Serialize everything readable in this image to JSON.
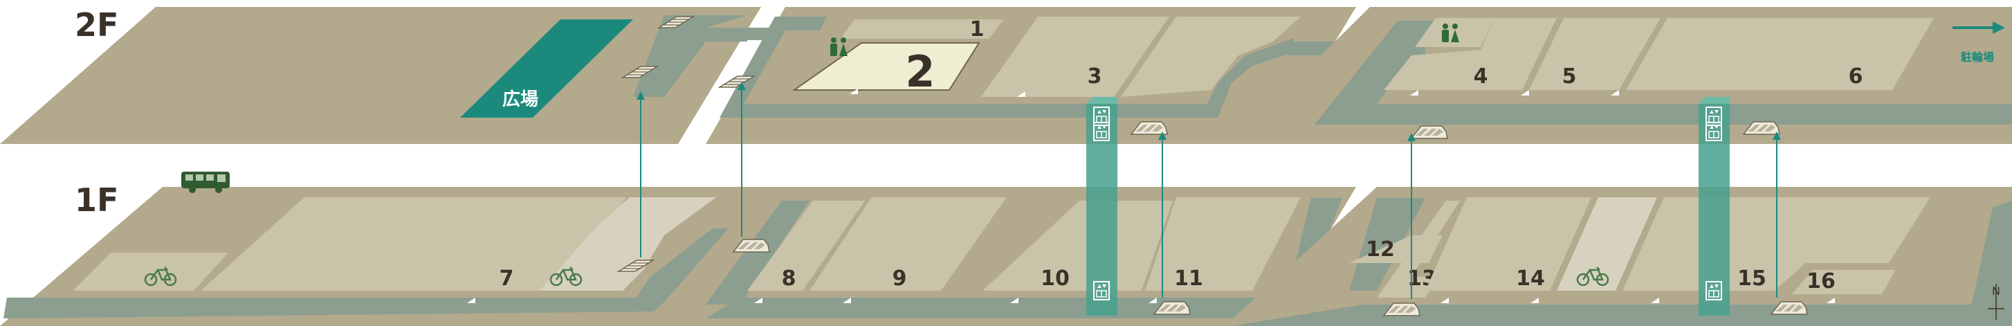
{
  "floors": {
    "upper": "2F",
    "lower": "1F"
  },
  "labels": {
    "plaza": "広場",
    "bicycle_parking": "駐輪場",
    "north": "N"
  },
  "areas_2f": [
    "1",
    "2",
    "3",
    "4",
    "5",
    "6"
  ],
  "areas_1f": [
    "7",
    "8",
    "9",
    "10",
    "11",
    "12",
    "13",
    "14",
    "15",
    "16"
  ],
  "icons": {
    "restroom": "restroom-icon",
    "elevator": "elevator-icon",
    "stairs": "stairs-icon",
    "escalator": "escalator-icon",
    "bus": "bus-icon",
    "bicycle": "bicycle-icon",
    "direction_arrow": "arrow-right-icon"
  },
  "colors": {
    "block": "#b3a98d",
    "passage": "#8b9e90",
    "shop": "#c9c3aa",
    "highlight": "#f0eed2",
    "plaza": "#1b8a7d",
    "elevator_shaft": "#46a18e",
    "text": "#3a3228"
  }
}
